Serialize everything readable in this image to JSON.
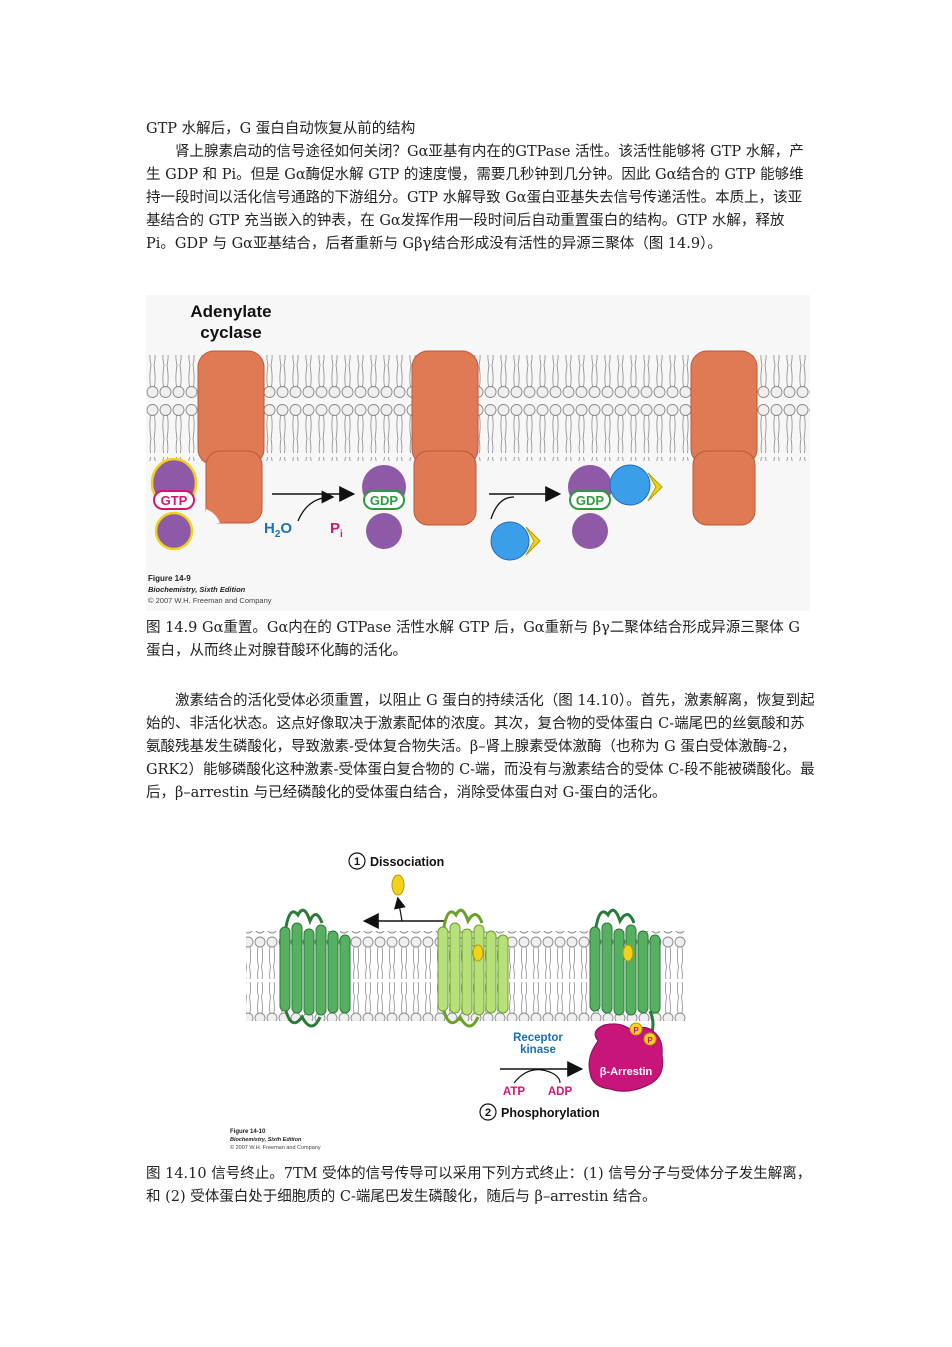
{
  "section_heading": "GTP 水解后，G 蛋白自动恢复从前的结构",
  "paragraph1": "肾上腺素启动的信号途径如何关闭？Gα亚基有内在的GTPase 活性。该活性能够将 GTP 水解，产生 GDP 和 Pi。但是 Gα酶促水解 GTP 的速度慢，需要几秒钟到几分钟。因此 Gα结合的 GTP 能够维持一段时间以活化信号通路的下游组分。GTP 水解导致 Gα蛋白亚基失去信号传递活性。本质上，该亚基结合的 GTP 充当嵌入的钟表，在 Gα发挥作用一段时间后自动重置蛋白的结构。GTP 水解，释放 Pi。GDP 与 Gα亚基结合，后者重新与 Gβγ结合形成没有活性的异源三聚体（图 14.9）。",
  "figure1": {
    "title_line1": "Adenylate",
    "title_line2": "cyclase",
    "gtp": "GTP",
    "gdp1": "GDP",
    "gdp2": "GDP",
    "h2o_main": "H",
    "h2o_sub": "2",
    "h2o_tail": "O",
    "pi_main": "P",
    "pi_sub": "i",
    "credit_figure": "Figure 14-9",
    "credit_book": "Biochemistry, Sixth Edition",
    "credit_copyright": "© 2007 W.H. Freeman and Company"
  },
  "caption1": "图 14.9 Gα重置。Gα内在的 GTPase 活性水解 GTP 后，Gα重新与 βγ二聚体结合形成异源三聚体 G 蛋白，从而终止对腺苷酸环化酶的活化。",
  "paragraph2": "激素结合的活化受体必须重置，以阻止 G 蛋白的持续活化（图 14.10）。首先，激素解离，恢复到起始的、非活化状态。这点好像取决于激素配体的浓度。其次，复合物的受体蛋白 C-端尾巴的丝氨酸和苏氨酸残基发生磷酸化，导致激素-受体复合物失活。β–肾上腺素受体激酶（也称为 G 蛋白受体激酶-2， GRK2）能够磷酸化这种激素-受体蛋白复合物的 C-端，而没有与激素结合的受体 C-段不能被磷酸化。最后，β–arrestin 与已经磷酸化的受体蛋白结合，消除受体蛋白对 G-蛋白的活化。",
  "figure2": {
    "step1_number": "1",
    "step1_label": "Dissociation",
    "receptor_kinase_line1": "Receptor",
    "receptor_kinase_line2": "kinase",
    "atp": "ATP",
    "adp": "ADP",
    "arrestin": "β-Arrestin",
    "p1": "P",
    "p2": "P",
    "step2_number": "2",
    "step2_label": "Phosphorylation",
    "credit_figure": "Figure 14-10",
    "credit_book": "Biochemistry, Sixth Edition",
    "credit_copyright": "© 2007 W.H. Freeman and Company"
  },
  "caption2": "图 14.10 信号终止。7TM 受体的信号传导可以采用下列方式终止：(1) 信号分子与受体分子发生解离，和 (2) 受体蛋白处于细胞质的 C-端尾巴发生磷酸化，随后与 β–arrestin 结合。",
  "colors": {
    "cyclase": "#e07a54",
    "g_alpha": "#8e5aa8",
    "gtp_text": "#d4146e",
    "gdp_text": "#2e9a3e",
    "beta": "#3a9ee8",
    "gamma": "#f2d21a",
    "h2o": "#1a72b8",
    "receptor": "#3c9a52",
    "arrestin": "#c8157a",
    "kinase": "#1a6fb0"
  }
}
